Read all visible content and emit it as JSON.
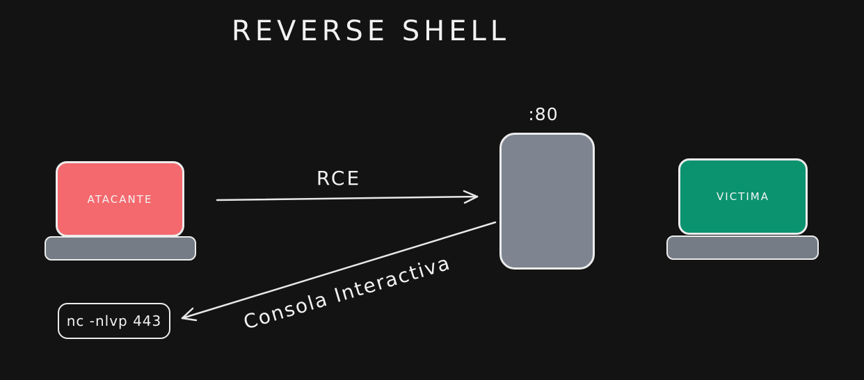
{
  "diagram": {
    "title": "REVERSE SHELL",
    "background_color": "#131313",
    "stroke_color": "#ececec",
    "nodes": {
      "attacker": {
        "label": "ATACANTE",
        "type": "laptop",
        "screen_color": "#f4696e",
        "base_color": "#757c86"
      },
      "server": {
        "port_label": ":80",
        "type": "server",
        "fill_color": "#7e8591"
      },
      "victim": {
        "label": "VICTIMA",
        "type": "laptop",
        "screen_color": "#0b9370",
        "base_color": "#757c86"
      }
    },
    "arrows": {
      "rce": {
        "label": "RCE",
        "direction": "attacker-to-server"
      },
      "reverse_shell": {
        "label": "Consola Interactiva",
        "direction": "server-to-attacker"
      }
    },
    "command_box": {
      "text": "nc -nlvp 443"
    }
  }
}
